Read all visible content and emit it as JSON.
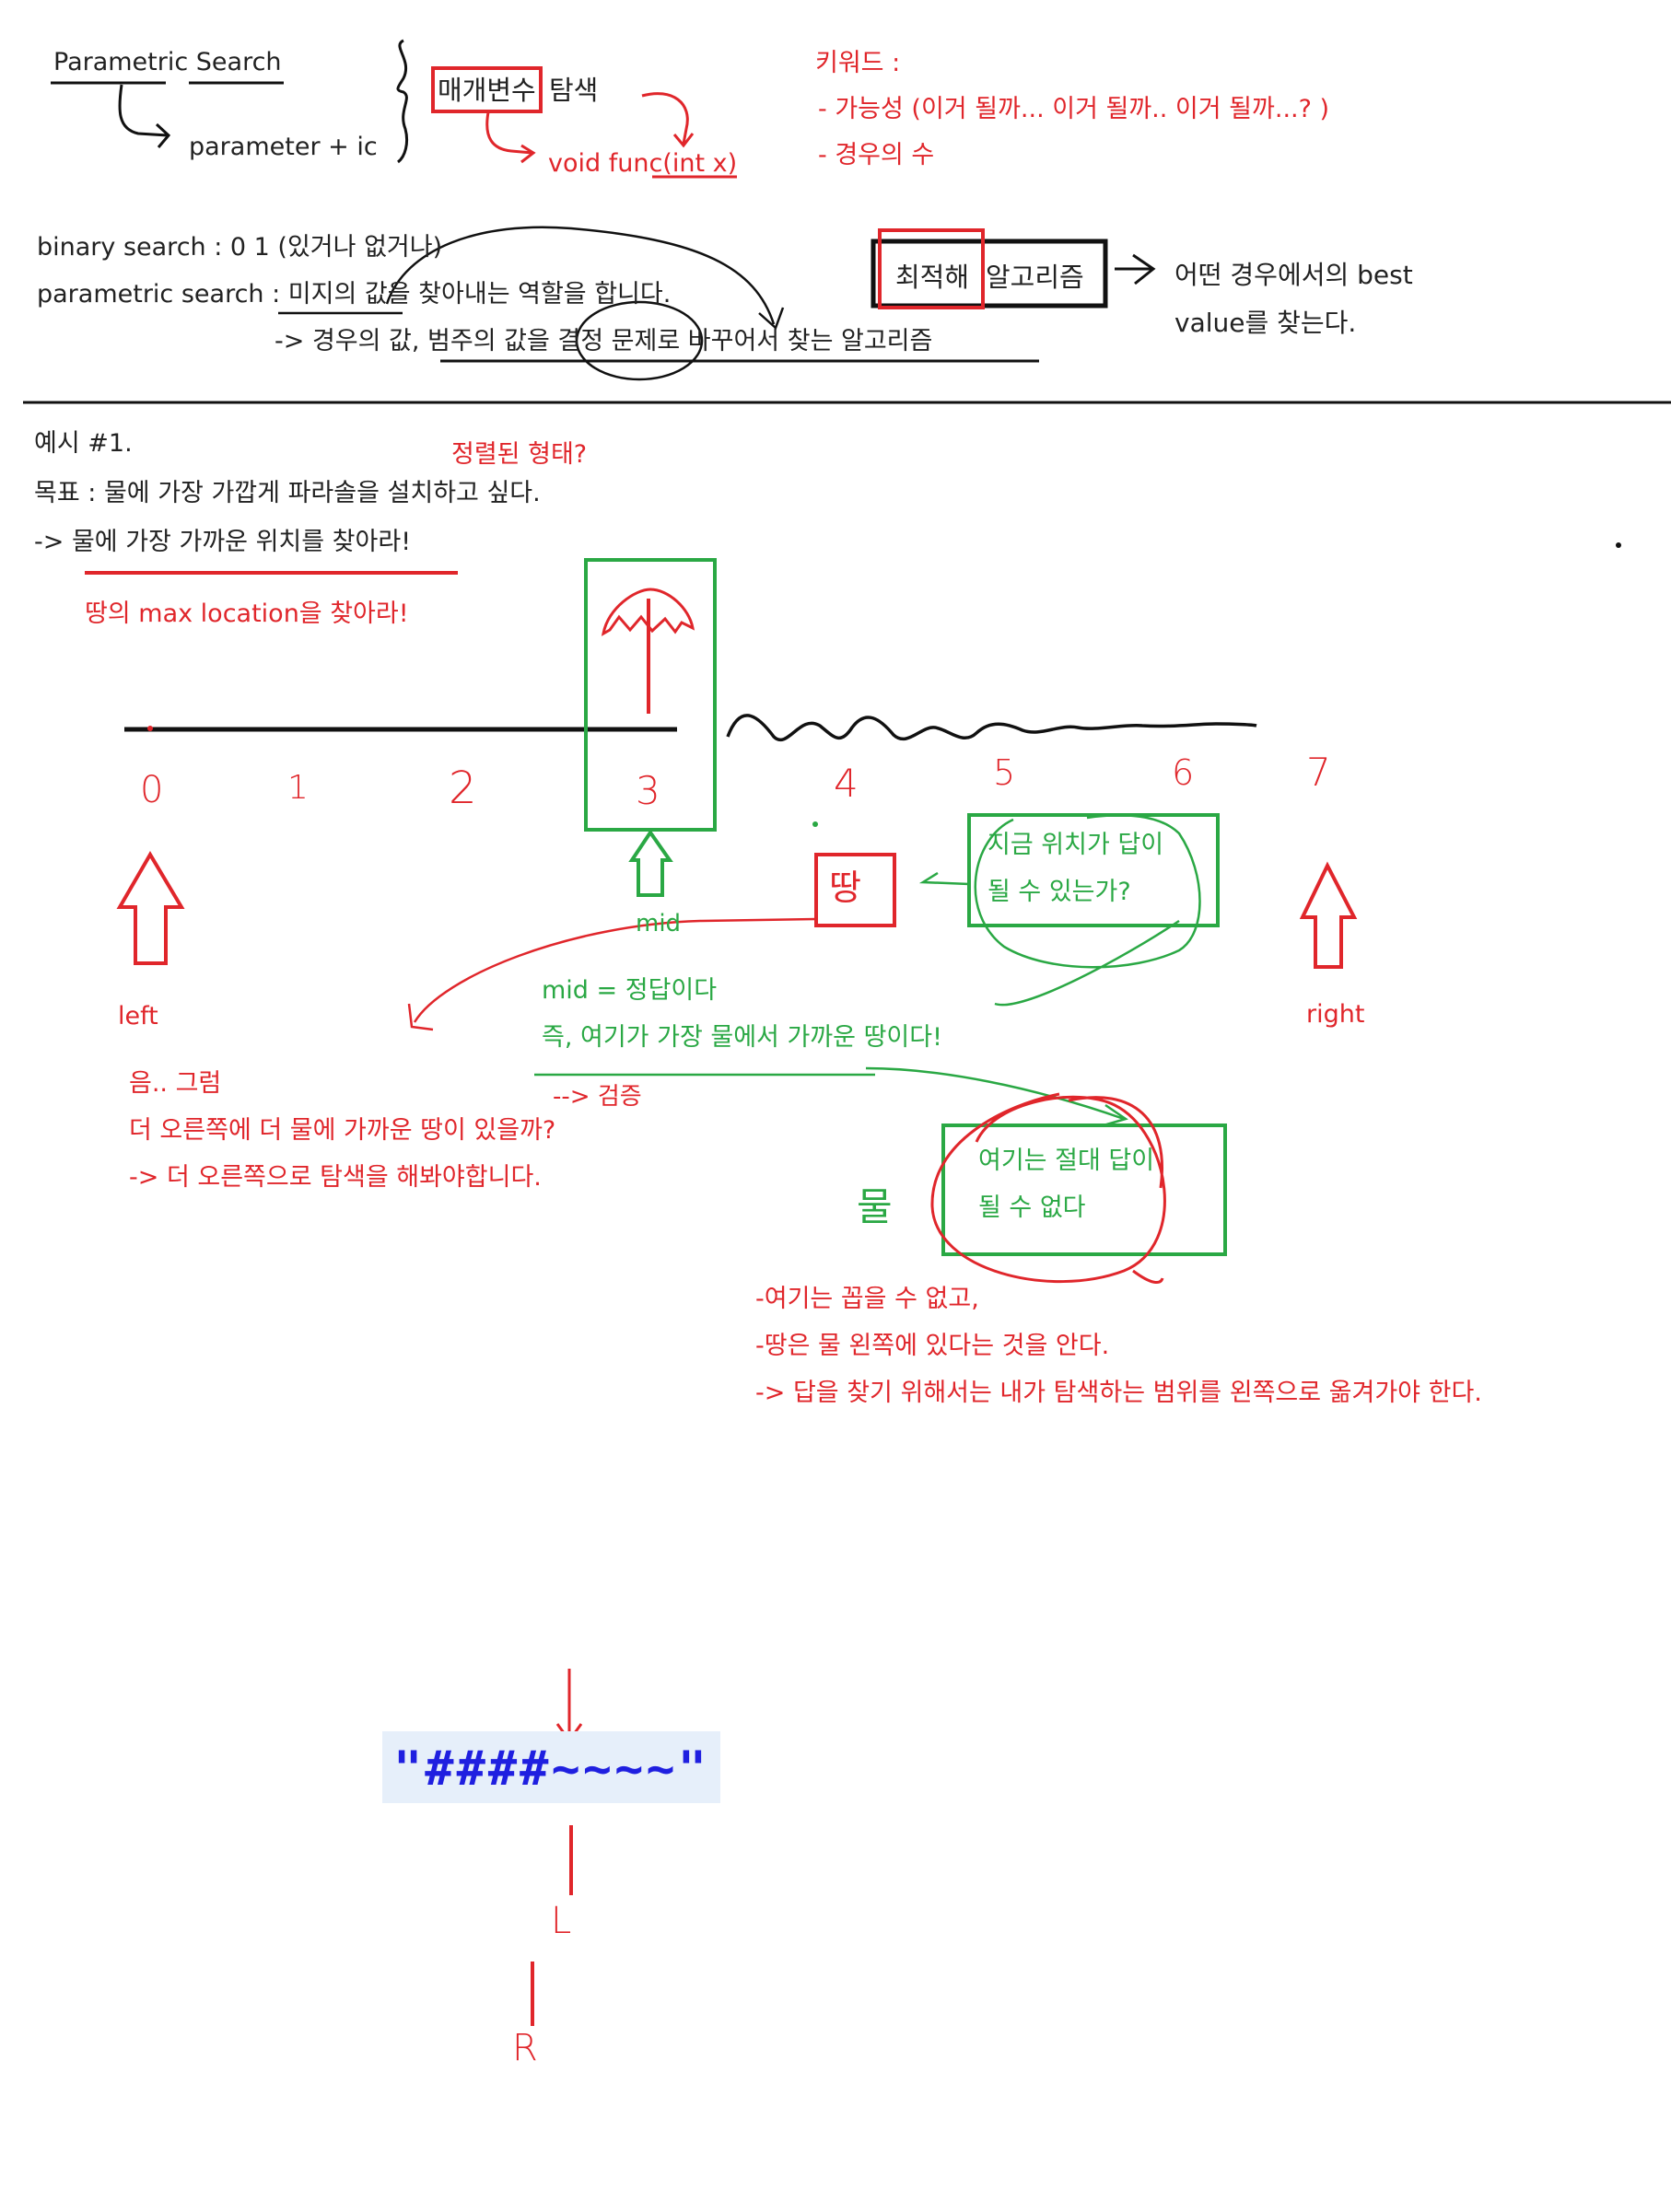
{
  "header": {
    "parametric_search": "Parametric Search",
    "parameter_ic": "parameter + ic",
    "param_var": "매개변수",
    "search_word": "탐색",
    "void_func": "void func(int x)"
  },
  "keywords": {
    "title": "키워드 :",
    "item1": "- 가능성 (이거 될까... 이거 될까.. 이거 될까...? )",
    "item2": "- 경우의 수"
  },
  "definitions": {
    "binary": "binary search : 0 1 (있거나 없거나)",
    "parametric": "parametric search : 미지의 값을 찾아내는 역할을 합니다.",
    "arrow_line": "-> 경우의 값, 범주의 값을 결정 문제로 바꾸어서 찾는 알고리즘"
  },
  "optimization": {
    "opt": "최적해",
    "algo": "알고리즘",
    "desc1": "어떤 경우에서의 best",
    "desc2": "value를 찾는다."
  },
  "example": {
    "title": "예시 #1.",
    "sorted_q": "정렬된 형태?",
    "goal": "목표 : 물에 가장 가깝게 파라솔을 설치하고 싶다.",
    "goal_arrow": "-> 물에 가장 가까운 위치를 찾아라!",
    "max_loc": "땅의 max location을 찾아라!"
  },
  "number_line": {
    "labels": [
      "0",
      "1",
      "2",
      "3",
      "4",
      "5",
      "6",
      "7"
    ],
    "left": "left",
    "mid": "mid",
    "right": "right",
    "land_mark": "땅",
    "water_mark": "물"
  },
  "notes": {
    "possible": [
      "지금 위치가 답이",
      "될 수 있는가?"
    ],
    "mid_answer": [
      "mid = 정답이다",
      "즉, 여기가 가장 물에서 가까운 땅이다!",
      "--> 검증"
    ],
    "left_note": [
      "음.. 그럼",
      "더 오른쪽에 더 물에 가까운 땅이 있을까?",
      "-> 더 오른쪽으로 탐색을 해봐야합니다."
    ],
    "never": [
      "여기는 절대 답이",
      "될 수 없다"
    ],
    "conclusion": [
      "-여기는 꼽을 수 없고,",
      "-땅은 물 왼쪽에 있다는 것을 안다.",
      "-> 답을 찾기 위해서는 내가 탐색하는 범위를 왼쪽으로 옮겨가야 한다."
    ]
  },
  "string_example": {
    "text": "\"####~~~~\"",
    "L": "L",
    "R": "R"
  },
  "colors": {
    "red": "#e0262b",
    "green": "#2aa844",
    "blue": "#1f1fe0",
    "black": "#111111"
  }
}
